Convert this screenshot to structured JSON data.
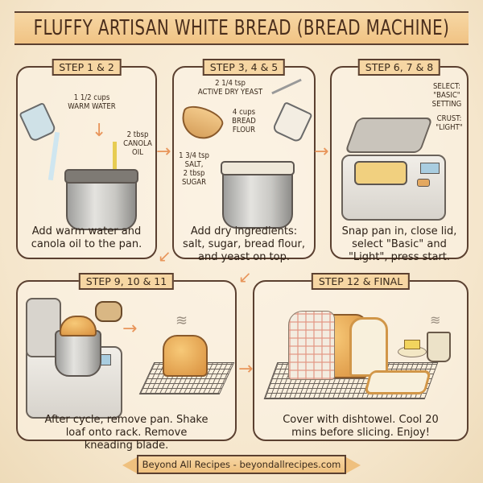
{
  "title": "FLUFFY ARTISAN WHITE BREAD (BREAD MACHINE)",
  "steps": [
    {
      "tag": "STEP 1 & 2",
      "labels": [
        "1 1/2 cups\nWARM WATER",
        "2 tbsp\nCANOLA\nOIL"
      ],
      "caption": "Add warm water and canola oil to the pan."
    },
    {
      "tag": "STEP 3, 4 & 5",
      "labels": [
        "2 1/4 tsp\nACTIVE DRY YEAST",
        "4 cups\nBREAD\nFLOUR",
        "1 3/4 tsp\nSALT,\n2 tbsp\nSUGAR"
      ],
      "caption": "Add dry ingredients: salt, sugar, bread flour, and yeast on top."
    },
    {
      "tag": "STEP 6, 7 & 8",
      "labels": [
        "SELECT:\n\"BASIC\"\nSETTING",
        "CRUST:\n\"LIGHT\""
      ],
      "caption": "Snap pan in, close lid, select \"Basic\" and \"Light\", press start."
    },
    {
      "tag": "STEP 9, 10 & 11",
      "labels": [],
      "caption": "After cycle, remove pan. Shake loaf onto rack. Remove kneading blade."
    },
    {
      "tag": "STEP 12 & FINAL",
      "labels": [],
      "caption": "Cover with dishtowel. Cool 20 mins before slicing. Enjoy!"
    }
  ],
  "footer": "Beyond All Recipes - beyondallrecipes.com",
  "colors": {
    "background": "#f5e6cc",
    "banner": "#f6d6a3",
    "outline": "#5b4030",
    "arrow": "#e8955a"
  },
  "icons": {
    "arrow": "→",
    "steam": "≋"
  }
}
